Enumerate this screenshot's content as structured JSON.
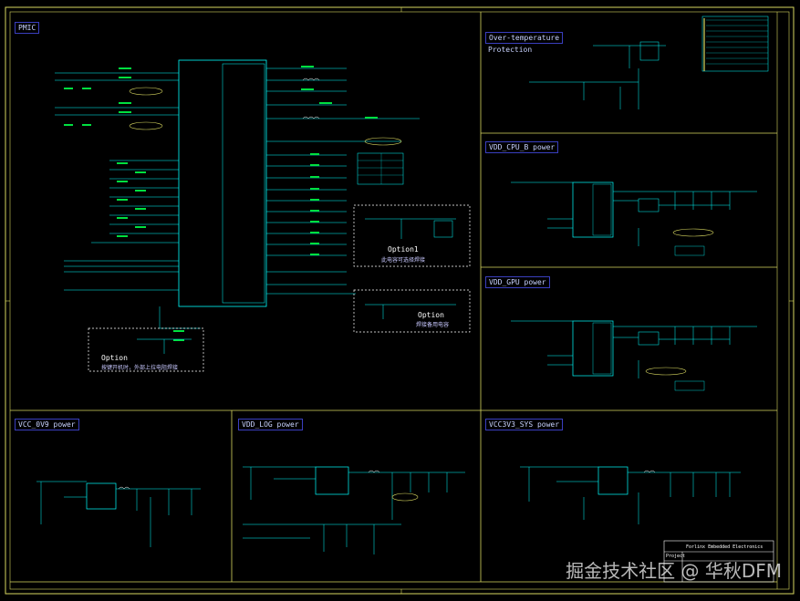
{
  "sections": {
    "pmic": "PMIC",
    "over_temp_1": "Over-temperature",
    "over_temp_2": "Protection",
    "vdd_cpu_b": "VDD_CPU_B power",
    "vdd_gpu": "VDD_GPU power",
    "vcc_0v9": "VCC_0V9 power",
    "vdd_log": "VDD_LOG power",
    "vcc3v3_sys": "VCC3V3_SYS power"
  },
  "notes": {
    "option1": "Option1",
    "option1_cn": "此电容可选择焊接",
    "option_mid": "Option",
    "option_mid_cn": "焊接备用电容",
    "option_low": "Option",
    "option_low_cn": "按键开机时，外部上拉电阻焊接"
  },
  "title_block": {
    "company": "Forlinx Embedded Electronics",
    "project_label": "Project"
  },
  "watermark": "掘金技术社区 @ 华秋DFM",
  "colors": {
    "frame": "#d8d860",
    "wire": "#00ffff",
    "component": "#00e040",
    "label": "#c8d2ff"
  }
}
